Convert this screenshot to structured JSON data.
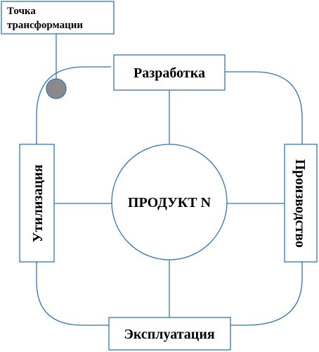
{
  "colors": {
    "box_stroke": "#2E75B6",
    "line": "#2E75B6",
    "text": "#000000",
    "marker_fill": "#808080"
  },
  "diagram": {
    "transformation_point": {
      "line1": "Точка",
      "line2": "трансформации"
    },
    "stages": {
      "top": "Разработка",
      "right": "Производство",
      "bottom": "Эксплуатация",
      "left": "Утилизация"
    },
    "center": "ПРОДУКТ N"
  }
}
